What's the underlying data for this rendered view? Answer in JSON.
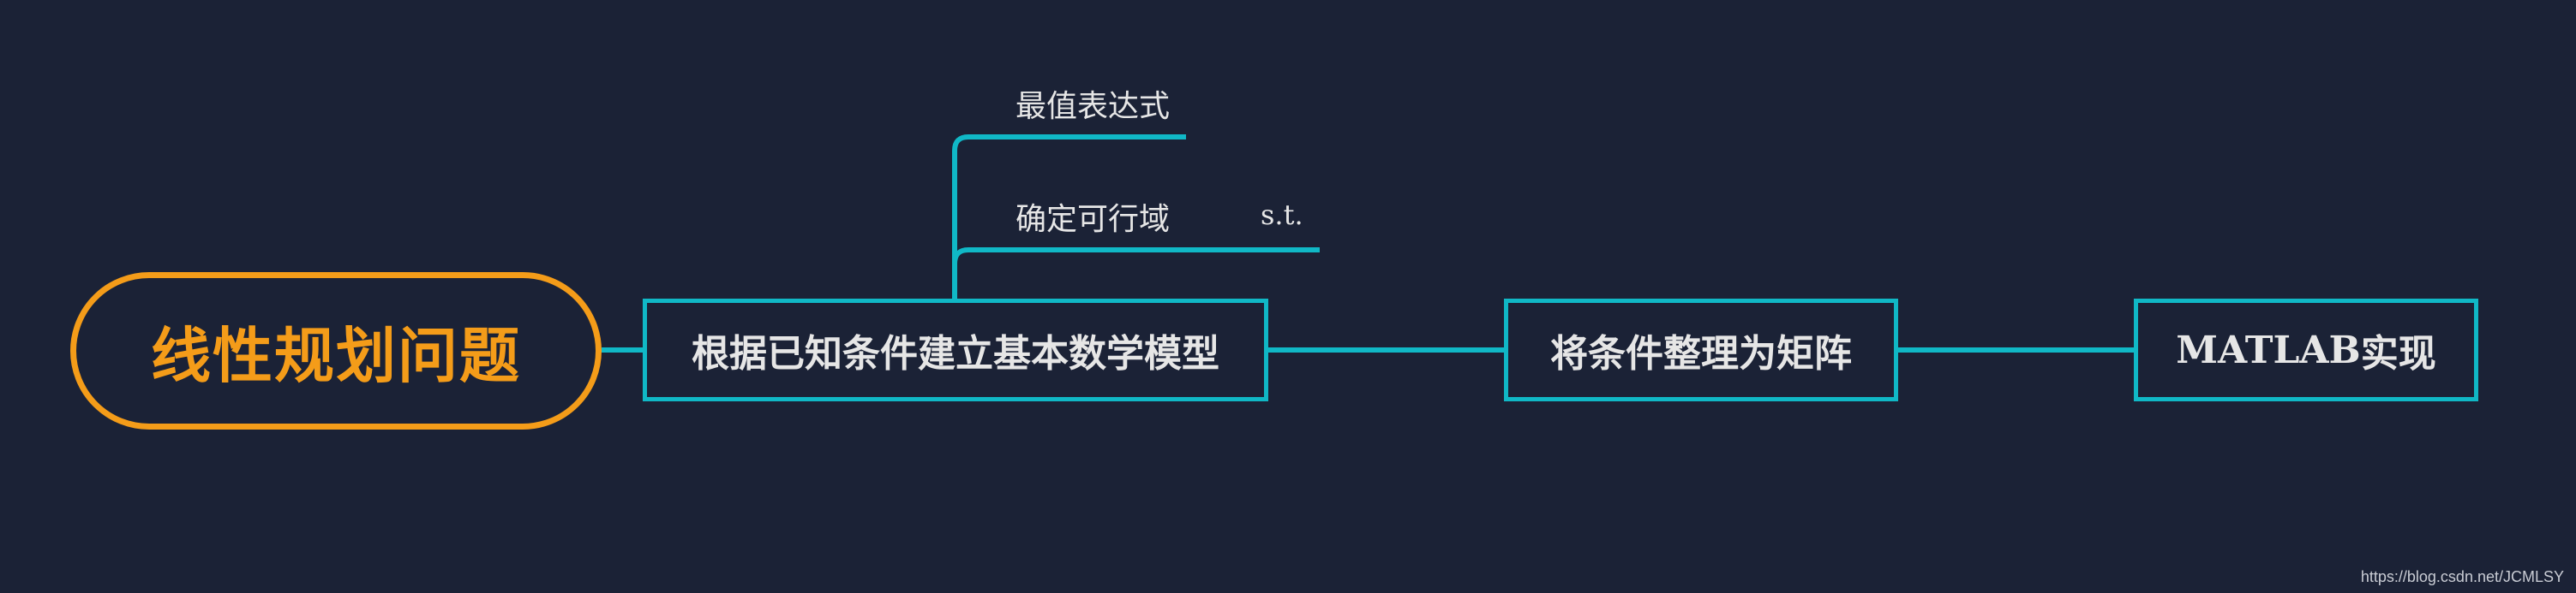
{
  "mindmap": {
    "root": {
      "label": "线性规划问题"
    },
    "model_node": {
      "label": "根据已知条件建立基本数学模型"
    },
    "model_children": {
      "objective": "最值表达式",
      "constraint": "确定可行域",
      "constraint_note": "s.t."
    },
    "matrix_node": {
      "label": "将条件整理为矩阵"
    },
    "matlab_node": {
      "label_latin": "MATLAB",
      "label_cjk": "实现"
    }
  },
  "watermark": "https://blog.csdn.net/JCMLSY",
  "colors": {
    "background": "#1b2236",
    "root_accent": "#f49c19",
    "connector": "#10b8c6",
    "text": "#e6e6e6"
  }
}
